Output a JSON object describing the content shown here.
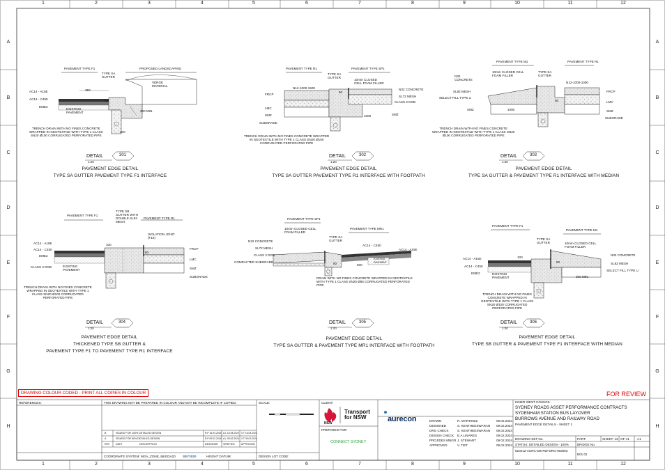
{
  "columns": [
    "1",
    "2",
    "3",
    "4",
    "5",
    "6",
    "7",
    "8",
    "9",
    "10",
    "11",
    "12"
  ],
  "rows": [
    "A",
    "B",
    "C",
    "D",
    "E",
    "F",
    "G",
    "H"
  ],
  "details": [
    {
      "tag": "DETAIL",
      "number": "301",
      "scale": "1:20",
      "title1": "PAVEMENT EDGE DETAIL",
      "title2": "TYPE SA GUTTER PAVEMENT TYPE F1 INTERFACE",
      "title3": "",
      "labels": {
        "pav_f1": "PAVEMENT TYPE F1",
        "gutter": "TYPE SA\nGUTTER",
        "landscape": "PROPOSED LANDSCAPING",
        "verge": "VERGE\nMATERIAL",
        "ac14": "AC14 - A15E",
        "c450": "AC14 - C450",
        "eme2": "EME2",
        "existing": "EXISTING\nPAVEMENT",
        "min300": "300 MIN.",
        "dim350": "350",
        "dim50": "50",
        "dim300": "300",
        "trench": "TRENCH DRAIN WITH NO FINES CONCRETE\nWRAPPED IN GEOTEXTILE WITH TYPE 1 CLASS\nSN20 Ø100 CORRUGATED PERFORATED PIPE"
      }
    },
    {
      "tag": "DETAIL",
      "number": "302",
      "scale": "1:20",
      "title1": "PAVEMENT EDGE DETAIL",
      "title2": "TYPE SA GUTTER PAVEMENT TYPE R1 INTERFACE WITH FOOTPATH",
      "title3": "",
      "labels": {
        "pav_r1": "PAVEMENT TYPE R1",
        "gutter": "TYPE SA\nGUTTER",
        "pav_sp1": "PAVEMENT TYPE SP1",
        "n12": "N12-1000-1500",
        "foam": "10mm CLOSED\nCELL FOAM FILLER",
        "n32": "N32 CONCRETE",
        "sl72": "SL72 MESH",
        "class2": "CLASS 2 DGB",
        "frcp": "FRCP",
        "lmc": "LMC",
        "smz": "SMZ",
        "subgrade": "SUBGRADE",
        "dim50": "50",
        "dim1000": "1000",
        "trench": "TRENCH DRAIN WITH NO FINES CONCRETE WRAPPED\nIN GEOTEXTILE WITH TYPE 1 CLASS SN20 Ø100\nCORRUGATED PERFORATED PIPE"
      }
    },
    {
      "tag": "DETAIL",
      "number": "303",
      "scale": "1:20",
      "title1": "PAVEMENT EDGE DETAIL",
      "title2": "TYPE SA GUTTER & PAVEMENT TYPE R1 INTERFACE WITH MEDIAN",
      "title3": "",
      "labels": {
        "pav_m1": "PAVEMENT TYPE M1",
        "pav_r1": "PAVEMENT TYPE R1",
        "foam": "10mm CLOSED CELL\nFOAM FILLER",
        "gutter": "TYPE SA\nGUTTER",
        "n32": "N32\nCONCRETE",
        "n12": "N12-1000-1000",
        "sl82": "SL82 MESH",
        "select": "SELECT FILL TYPE U",
        "frcp": "FRCP",
        "lmc": "LMC",
        "smz": "SMZ",
        "smz2": "SMZ",
        "subgrade": "SUBGRADE",
        "dim1000": "1000",
        "dim50": "50",
        "trench": "TRENCH DRAIN WITH NO FINES CONCRETE\nWRAPPED IN GEOTEXTILE WITH TYPE 1 CLASS SN20\nØ100 CORRUGATED PERFORATED PIPE"
      }
    },
    {
      "tag": "DETAIL",
      "number": "304",
      "scale": "1:20",
      "title1": "PAVEMENT EDGE DETAIL",
      "title2": "THICKENED TYPE SB GUTTER &",
      "title3": "PAVEMENT TYPE F1 TO PAVEMENT TYPE R1 INTERFACE",
      "labels": {
        "pav_f1": "PAVEMENT TYPE F1",
        "gutter": "TYPE SB\nGUTTER WITH\nDOUBLE SL82\nMESH",
        "pav_r1": "PAVEMENT TYPE R1",
        "isolation": "ISOLATION JOINT\n(F15)",
        "ac14": "AC14 - A15E",
        "c450": "AC14 - C450",
        "eme2": "EME2",
        "class2": "CLASS 2 DGB",
        "existing": "EXISTING\nPAVEMENT",
        "frcp": "FRCP",
        "lmc": "LMC",
        "smz": "SMZ",
        "subgrade": "SUBGRADE",
        "dim100": "100",
        "dim50": "50",
        "trench": "TRENCH DRAIN WITH NO FINES CONCRETE\nWRAPPED IN GEOTEXTILE WITH TYPE 1\nCLASS SN20 Ø100 CORRUGATED\nPERFORATED PIPE"
      }
    },
    {
      "tag": "DETAIL",
      "number": "305",
      "scale": "1:20",
      "title1": "PAVEMENT EDGE DETAIL",
      "title2": "TYPE SA GUTTER  & PAVEMENT TYPE MR1 INTERFACE WITH FOOTPATH",
      "title3": "",
      "labels": {
        "pav_sp1": "PAVEMENT TYPE SP1",
        "foam": "10mm CLOSED CELL\nFOAM FILLER",
        "gutter": "TYPE SA\nGUTTER",
        "pav_mr1": "PAVEMENT TYPE MR1",
        "n32": "N32 CONCRETE",
        "sl72": "SL72 MESH",
        "class2": "CLASS 2 DGB",
        "compacted": "COMPACTED SUBGRADE",
        "c450": "AC14 - C450",
        "a15e": "AC14 - A15E",
        "existing": "EXISTING\nPAVEMENT",
        "dim500": "500",
        "dim50": "50",
        "trench": "DRAIN WITH NO FINES CONCRETE WRAPPED IN GEOTEXTILE\nWITH TYPE 1 CLASS SN20 Ø65 CORRUGATED PERFORATED\nPIPE"
      }
    },
    {
      "tag": "DETAIL",
      "number": "306",
      "scale": "1:20",
      "title1": "PAVEMENT EDGE DETAIL",
      "title2": "TYPE SB GUTTER & PAVEMENT TYPE F1 INTERFACE WITH MEDIAN",
      "title3": "",
      "labels": {
        "pav_f1": "PAVEMENT TYPE F1",
        "gutter": "TYPE SA\nGUTTER",
        "pav_m1": "PAVEMENT TYPE M1",
        "foam": "10mm CLOSED CELL\nFOAM FILLER",
        "ac14": "AC14 - A15E",
        "c450": "AC14 - C450",
        "eme2": "EME2",
        "existing": "EXISTING\nPAVEMENT",
        "n32": "N32 CONCRETE",
        "sl82": "SL82 MESH",
        "select": "SELECT FILL TYPE U",
        "min300": "300 MIN.",
        "dim100": "100",
        "dim50": "50",
        "trench": "TRENCH DRAIN WITH NO FINES\nCONCRETE WRAPPED IN\nGEOTEXTILE WITH TYPE 1 CLASS\nSN20 Ø100 CORRUGATED\nPERFORATED PIPE"
      }
    }
  ],
  "notes": {
    "colour_coded": "DRAWING COLOUR CODED - PRINT ALL COPIES IN COLOUR",
    "for_review": "FOR REVIEW"
  },
  "title_block": {
    "references": "REFERENCES:",
    "colour_warning": "THIS DRAWING MAY BE PREPARED IN COLOUR AND MAY BE INCOMPLETE IF COPIED.",
    "scale": "SCALE:",
    "client": "CLIENT:",
    "prepared_for": "PREPARED FOR:",
    "coordinate": "COORDINATE SYSTEM: MGA_ZONE_56/GDA20",
    "height_datum": "HEIGHT DATUM:",
    "design_lot": "DESIGN LOT CODE:",
    "rev_header": [
      "REV",
      "DATE",
      "DESCRIPTION",
      "DESIGNER",
      "VERIFIED",
      "APPROVED"
    ],
    "revisions": [
      {
        "rev": "B",
        "description": "ISSUED FOR 100% DETAILED DESIGN",
        "designer": "R.P 16.04.2024",
        "verified": "A.L 16.04.2024",
        "approved": "V.T 16.04.2024"
      },
      {
        "rev": "A",
        "description": "ISSUED FOR 80% DETAILED DESIGN",
        "designer": "R.P 09.02.2024",
        "verified": "A.L 09.02.2024",
        "approved": "V.T 09.02.2024"
      }
    ],
    "transport_for_nsw": "Transport\nfor NSW",
    "nsw": "NSW",
    "aurecon": "aurecon",
    "connect_sydney": "CONNECT SYDNEY",
    "people": [
      {
        "role": "DRAWN",
        "name": "R. MARTINEZ",
        "date": "09.02.2024"
      },
      {
        "role": "DESIGNED",
        "name": "S. KENTHEESWARAN",
        "date": "09.02.2024"
      },
      {
        "role": "DRG CHECK",
        "name": "S. KENTHEESWARAN",
        "date": "09.02.2024"
      },
      {
        "role": "DESIGN CHECK",
        "name": "E.A LINARES",
        "date": "09.02.2024"
      },
      {
        "role": "PROJ/DES MNGR",
        "name": "J. STEWART",
        "date": "09.02.2024"
      },
      {
        "role": "APPROVED",
        "name": "V. TIET",
        "date": "09.02.2024"
      }
    ],
    "council": "INNER WEST COUNCIL",
    "project1": "SYDNEY ROADS ASSET PERFORMANCE CONTRACTS",
    "project2": "SYDENHAM STATION BUS LAYOVER",
    "project3": "BURROWS AVENUE AND RAILWAY ROAD",
    "drawing_title": "PAVEMENT EDGE DETAILS - SHEET 1",
    "drawing_set": "DRAWING SET No.",
    "status": "STATUS: DETAILED DESIGN - 100%",
    "part": "PART:",
    "sheet": "SHEET: 13",
    "of": "OF 41",
    "size": "A1",
    "bridge": "BRIDGE No.",
    "drawing_no": "520212-AURC-DB-RW-DRG-003003",
    "rev": "B01.01",
    "logo_ver": "SEY2020"
  }
}
